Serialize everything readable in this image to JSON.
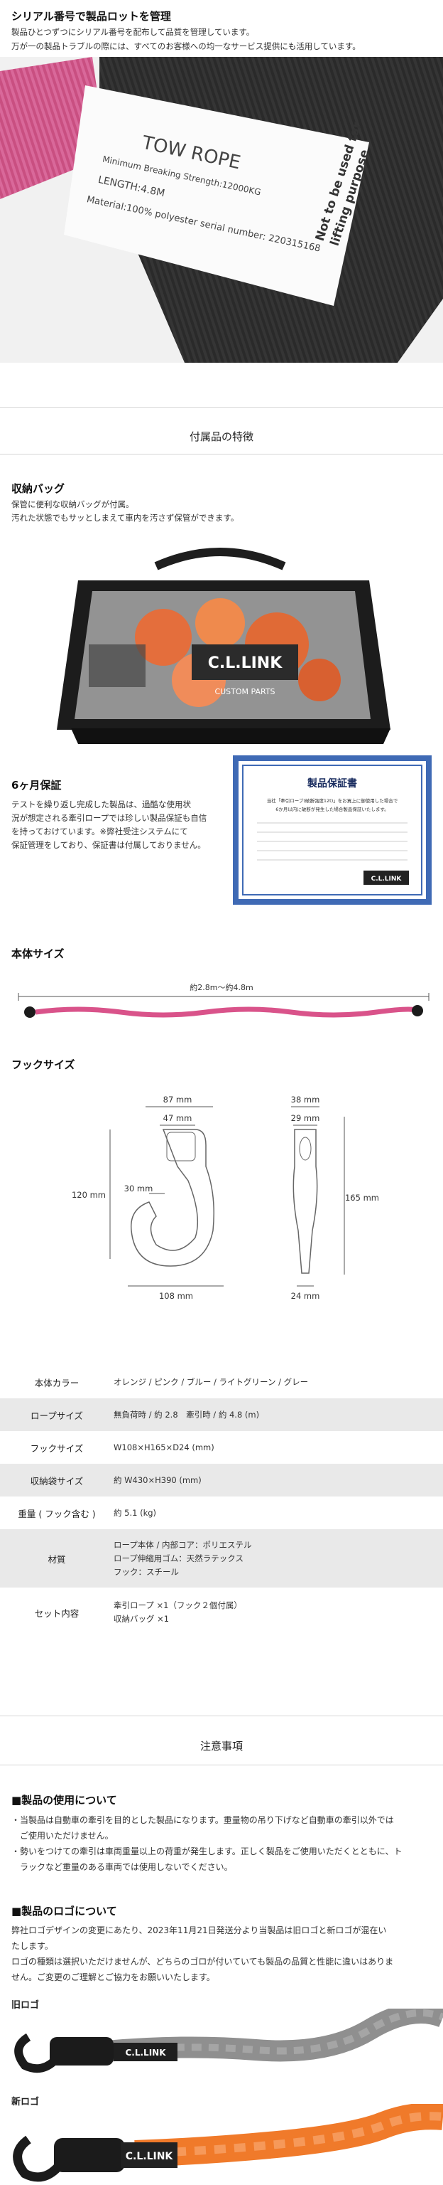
{
  "serial": {
    "heading": "シリアル番号で製品ロットを管理",
    "line1": "製品ひとつずつにシリアル番号を配布して品質を管理しています。",
    "line2": "万が一の製品トラブルの際には、すべてのお客様への均一なサービス提供にも活用しています。",
    "tag": {
      "title": "TOW ROPE",
      "strength": "Minimum Breaking Strength:12000KG",
      "length": "LENGTH:4.8M",
      "material": "Material:100% polyester serial number: 220315168",
      "warning1": "Not to be used for",
      "warning2": "lifting purpose"
    }
  },
  "accessories": {
    "title": "付属品の特徴",
    "bag": {
      "heading": "収納バッグ",
      "line1": "保管に便利な収納バッグが付属。",
      "line2": "汚れた状態でもサッとしまえて車内を汚さず保管ができます。",
      "logo": "C.L.LINK",
      "logo_sub": "CUSTOM PARTS"
    },
    "warranty": {
      "heading": "6ヶ月保証",
      "line1": "テストを繰り返し完成した製品は、過酷な使用状",
      "line2": "況が想定される牽引ロープでは珍しい製品保証も自信",
      "line3": "を持っておけています。※弊社受注システムにて",
      "line4": "保証管理をしており、保証書は付属しておりません。",
      "cert_title": "製品保証書",
      "cert_body1": "当社「牽引ロープ(破断強度12t)」をお買上に御使用した場合で",
      "cert_body2": "6か月以内に破断が発生した場合製品保証いたします。",
      "cert_logo": "C.L.LINK"
    }
  },
  "body_size": {
    "heading": "本体サイズ",
    "label": "約2.8m～約4.8m"
  },
  "hook_size": {
    "heading": "フックサイズ",
    "dims": {
      "top_width": "87 mm",
      "inner_width": "47 mm",
      "height": "120 mm",
      "gap": "30 mm",
      "bottom_width": "108 mm",
      "side_top": "38 mm",
      "side_mid": "29 mm",
      "side_height": "165 mm",
      "side_bottom": "24 mm"
    }
  },
  "specs": [
    {
      "key": "本体カラー",
      "values": [
        "オレンジ / ピンク / ブルー / ライトグリーン / グレー"
      ]
    },
    {
      "key": "ロープサイズ",
      "values": [
        "無負荷時 / 約 2.8　牽引時 / 約 4.8 (m)"
      ]
    },
    {
      "key": "フックサイズ",
      "values": [
        "W108×H165×D24 (mm)"
      ]
    },
    {
      "key": "収納袋サイズ",
      "values": [
        "約 W430×H390 (mm)"
      ]
    },
    {
      "key": "重量 ( フック含む )",
      "values": [
        "約 5.1 (kg)"
      ]
    },
    {
      "key": "材質",
      "values": [
        "ロープ本体 / 内部コア：ポリエステル",
        "ロープ伸縮用ゴム：天然ラテックス",
        "フック：スチール"
      ]
    },
    {
      "key": "セット内容",
      "values": [
        "牽引ロープ ×1（フック２個付属）",
        "収納バッグ ×1"
      ]
    }
  ],
  "notes": {
    "title": "注意事項",
    "usage": {
      "heading": "■製品の使用について",
      "lines": [
        "・当製品は自動車の牽引を目的とした製品になります。重量物の吊り下げなど自動車の牽引以外では",
        "　ご使用いただけません。",
        "・勢いをつけての牽引は車両重量以上の荷重が発生します。正しく製品をご使用いただくとともに、ト",
        "　ラックなど重量のある車両では使用しないでください。"
      ]
    },
    "logo": {
      "heading": "■製品のロゴについて",
      "lines": [
        "弊社ロゴデザインの変更にあたり、2023年11月21日発送分より当製品は旧ロゴと新ロゴが混在い",
        "たします。",
        "ロゴの種類は選択いただけませんが、どちらのゴロが付いていても製品の品質と性能に違いはありま",
        "せん。ご変更のご理解とご協力をお願いいたします。"
      ]
    },
    "old_logo_label": "旧ロゴ",
    "new_logo_label": "新ロゴ",
    "old_logo_text": "C.L.LINK",
    "new_logo_text": "C.L.LINK"
  },
  "colors": {
    "pink": "#d9538a",
    "orange": "#f07a2a",
    "gray_rope": "#8f8f8f",
    "black": "#1b1b1b",
    "spec_gray": "#e9e9e9"
  }
}
